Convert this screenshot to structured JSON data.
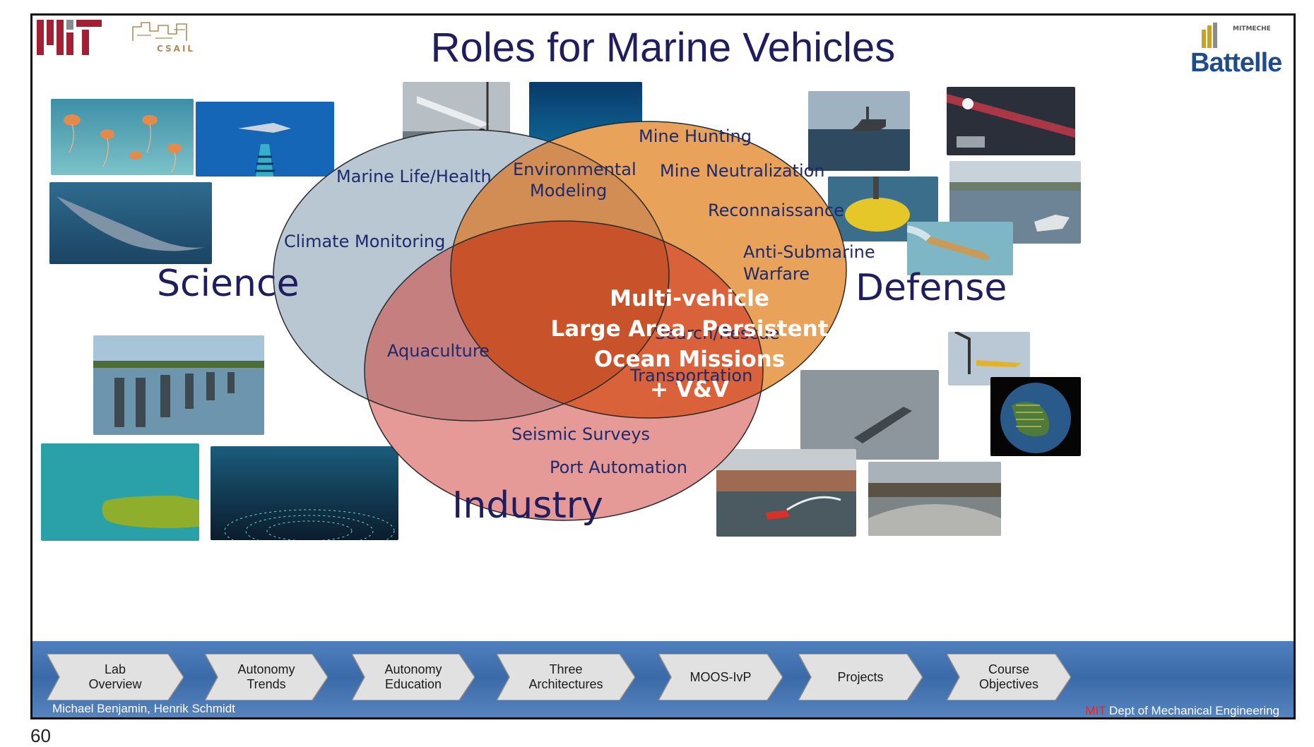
{
  "title": "Roles for Marine Vehicles",
  "logos": {
    "csail": "CSAIL",
    "mitmeche": "MITMECHE",
    "battelle": "Battelle"
  },
  "venn": {
    "science": "Science",
    "defense": "Defense",
    "industry": "Industry",
    "labels": {
      "marine_life": "Marine Life/Health",
      "climate": "Climate Monitoring",
      "env_modeling_1": "Environmental",
      "env_modeling_2": "Modeling",
      "mine_hunting": "Mine Hunting",
      "mine_neutralization": "Mine Neutralization",
      "reconnaissance": "Reconnaissance",
      "asw_1": "Anti-Submarine",
      "asw_2": "Warfare",
      "aquaculture": "Aquaculture",
      "search_rescue": "Search/Rescue",
      "transportation": "Transportation",
      "seismic": "Seismic Surveys",
      "port": "Port Automation"
    },
    "center": [
      "Multi-vehicle",
      "Large Area, Persistent",
      "Ocean Missions",
      "+ V&V"
    ],
    "colors": {
      "science": "#b9c7d3",
      "defense": "#e8a25a",
      "industry": "#e69a98",
      "sci_def": "#d18d53",
      "sci_ind": "#c47f7e",
      "def_ind": "#d9623a",
      "center": "#c8522a"
    }
  },
  "nav": {
    "items": [
      "Lab\nOverview",
      "Autonomy\nTrends",
      "Autonomy\nEducation",
      "Three\nArchitectures",
      "MOOS-IvP",
      "Projects",
      "Course\nObjectives"
    ],
    "author": "Michael Benjamin, Henrik Schmidt",
    "dept_mit": "MIT",
    "dept_rest": " Dept of Mechanical Engineering"
  },
  "page_number": "60"
}
